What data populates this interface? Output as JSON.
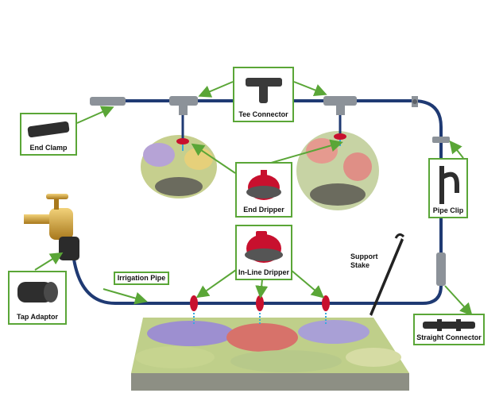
{
  "labels": {
    "tee_connector": "Tee Connector",
    "end_clamp": "End Clamp",
    "end_dripper": "End Dripper",
    "pipe_clip": "Pipe Clip",
    "tap_adaptor": "Tap Adaptor",
    "irrigation_pipe": "Irrigation Pipe",
    "inline_dripper": "In-Line Dripper",
    "support_stake": "Support Stake",
    "straight_connector": "Straight Connector"
  },
  "colors": {
    "callout_border": "#5aa637",
    "pipe": "#1f3a73",
    "fitting": "#8c9299",
    "dripper": "#c8102e",
    "arrow": "#5aa637"
  }
}
